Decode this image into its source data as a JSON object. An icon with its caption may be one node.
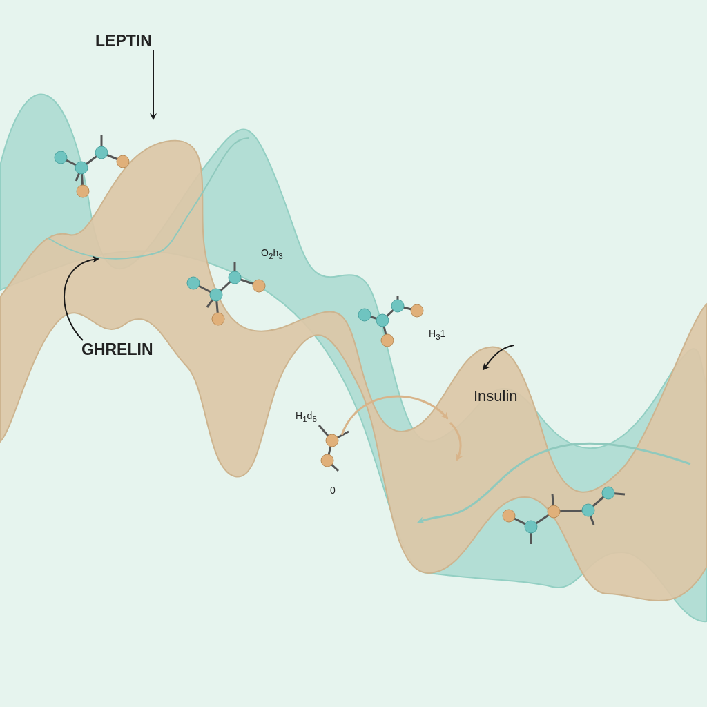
{
  "diagram": {
    "nodes": [
      {
        "text": [
          "LEPTIN"
        ]
      },
      {
        "text": [
          "GHRELIN"
        ]
      },
      {
        "text": [
          "Insulin"
        ]
      }
    ],
    "edges": [
      {
        "from": 0,
        "to": null,
        "arrow": "to"
      },
      {
        "from": 1,
        "to": null,
        "arrow": "to"
      },
      {
        "from": null,
        "to": 2,
        "arrow": "to"
      }
    ],
    "labels": [
      "O$_{2}$h$_{3}$",
      "H$_{3}$1",
      "H$_{1}$d$_{5}$",
      "0"
    ]
  }
}
